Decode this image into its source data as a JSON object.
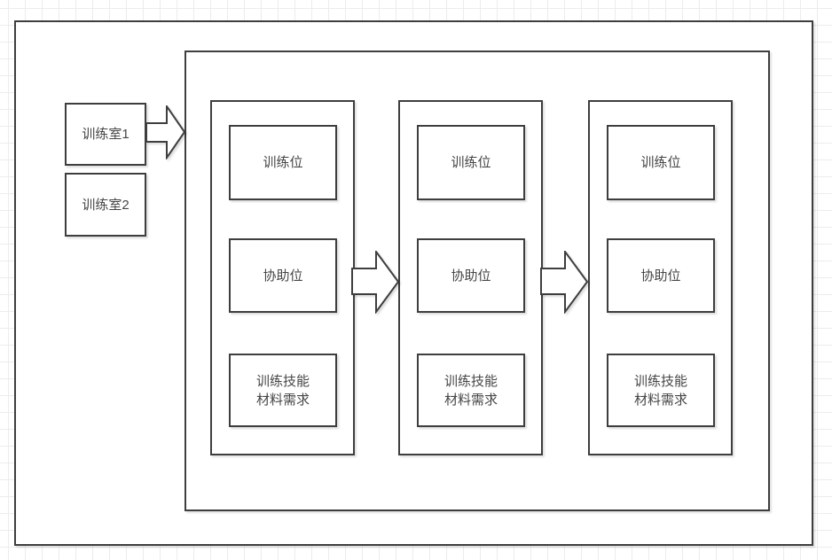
{
  "canvas": {
    "type": "flowchart-diagram",
    "background": "#ffffff",
    "grid_line_color": "#ececec",
    "stroke_color": "#3e3e3e",
    "text_color": "#454545",
    "shape_fill": "#ffffff"
  },
  "rooms": [
    {
      "label": "训练室1"
    },
    {
      "label": "训练室2"
    }
  ],
  "pipeline": {
    "stages": [
      {
        "name": "stage-1",
        "slots": [
          {
            "label": "训练位"
          },
          {
            "label": "协助位"
          },
          {
            "label": "训练技能\n材料需求"
          }
        ]
      },
      {
        "name": "stage-2",
        "slots": [
          {
            "label": "训练位"
          },
          {
            "label": "协助位"
          },
          {
            "label": "训练技能\n材料需求"
          }
        ]
      },
      {
        "name": "stage-3",
        "slots": [
          {
            "label": "训练位"
          },
          {
            "label": "协助位"
          },
          {
            "label": "训练技能\n材料需求"
          }
        ]
      }
    ]
  },
  "icons": {
    "flow_arrow": "block-arrow-right"
  }
}
